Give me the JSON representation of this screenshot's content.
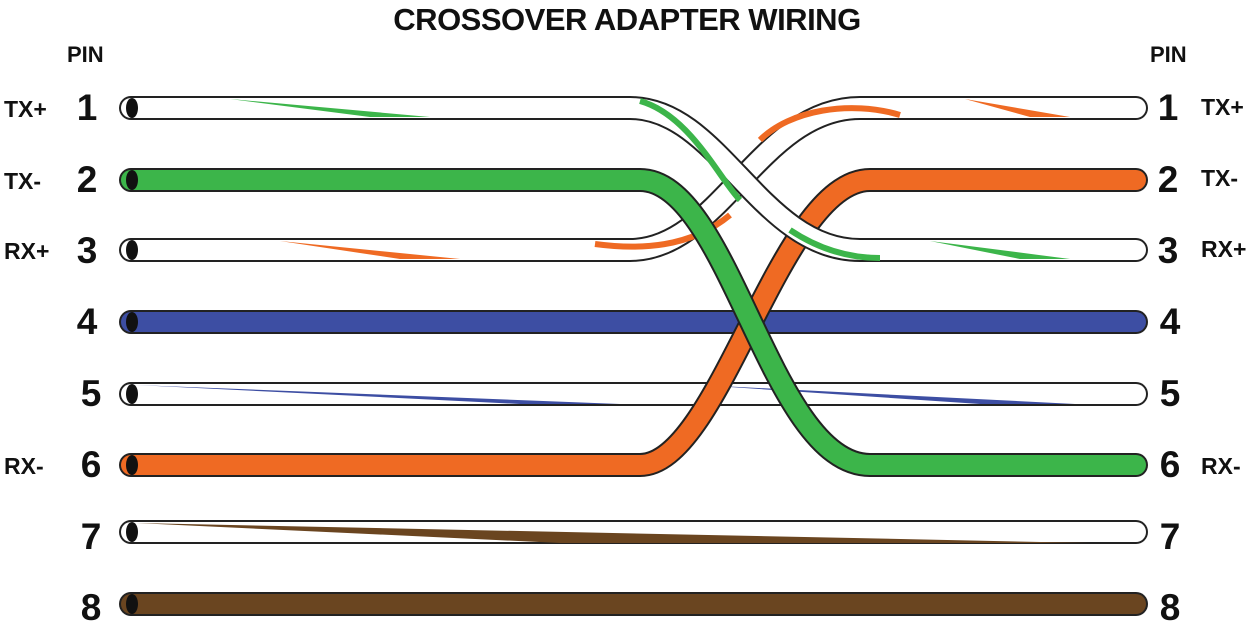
{
  "title": "CROSSOVER ADAPTER WIRING",
  "left": {
    "header": "PIN",
    "pins": [
      {
        "num": "1",
        "signal": "TX+"
      },
      {
        "num": "2",
        "signal": "TX-"
      },
      {
        "num": "3",
        "signal": "RX+"
      },
      {
        "num": "4",
        "signal": ""
      },
      {
        "num": "5",
        "signal": ""
      },
      {
        "num": "6",
        "signal": "RX-"
      },
      {
        "num": "7",
        "signal": ""
      },
      {
        "num": "8",
        "signal": ""
      }
    ]
  },
  "right": {
    "header": "PIN",
    "pins": [
      {
        "num": "1",
        "signal": "TX+"
      },
      {
        "num": "2",
        "signal": "TX-"
      },
      {
        "num": "3",
        "signal": "RX+"
      },
      {
        "num": "4",
        "signal": ""
      },
      {
        "num": "5",
        "signal": ""
      },
      {
        "num": "6",
        "signal": "RX-"
      },
      {
        "num": "7",
        "signal": ""
      },
      {
        "num": "8",
        "signal": ""
      }
    ]
  },
  "colors": {
    "green": "#3cb54a",
    "orange": "#ef6a23",
    "blue": "#3d4ea3",
    "brown": "#6a4520",
    "white": "#ffffff",
    "outline": "#222222"
  },
  "wires": [
    {
      "name": "white-green",
      "from_pin": "1",
      "to_pin": "3"
    },
    {
      "name": "green",
      "from_pin": "2",
      "to_pin": "6"
    },
    {
      "name": "white-orange",
      "from_pin": "3",
      "to_pin": "1"
    },
    {
      "name": "blue",
      "from_pin": "4",
      "to_pin": "4"
    },
    {
      "name": "white-blue",
      "from_pin": "5",
      "to_pin": "5"
    },
    {
      "name": "orange",
      "from_pin": "6",
      "to_pin": "2"
    },
    {
      "name": "white-brown",
      "from_pin": "7",
      "to_pin": "7"
    },
    {
      "name": "brown",
      "from_pin": "8",
      "to_pin": "8"
    }
  ]
}
